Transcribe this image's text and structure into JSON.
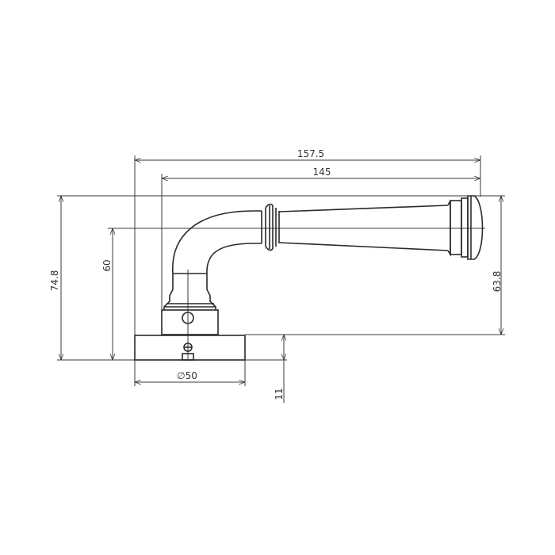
{
  "drawing": {
    "dimensions": {
      "overall_length": "157.5",
      "lever_length": "145",
      "overall_height": "74.8",
      "axis_height": "60",
      "lever_height": "63.8",
      "rose_diameter": "∅50",
      "rose_thickness": "11"
    },
    "line_color": "#3a3a3a"
  }
}
